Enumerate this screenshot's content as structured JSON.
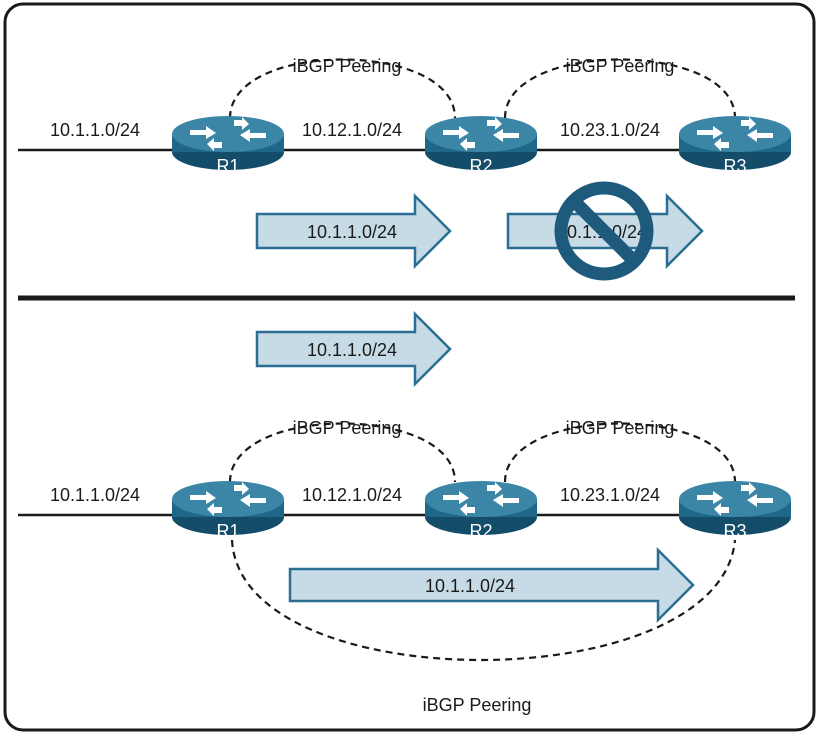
{
  "colors": {
    "router_top": "#3b86a6",
    "router_side": "#1f6788",
    "router_dark": "#134d69",
    "arrow_fill": "#c7dbe6",
    "arrow_stroke": "#2a6f93",
    "prohibit": "#1e5a7b"
  },
  "icons": {
    "router": "router-icon",
    "prohibit": "prohibit-icon"
  },
  "top": {
    "ext_net": "10.1.1.0/24",
    "r1r2_net": "10.12.1.0/24",
    "r2r3_net": "10.23.1.0/24",
    "peering_r1r2": "iBGP Peering",
    "peering_r2r3": "iBGP Peering",
    "routers": [
      "R1",
      "R2",
      "R3"
    ],
    "arrow_r1_r2": "10.1.1.0/24",
    "arrow_r2_r3_blocked": "10.1.1.0/24"
  },
  "bottom": {
    "ext_net": "10.1.1.0/24",
    "r1r2_net": "10.12.1.0/24",
    "r2r3_net": "10.23.1.0/24",
    "peering_r1r2": "iBGP Peering",
    "peering_r2r3": "iBGP Peering",
    "peering_r1r3": "iBGP Peering",
    "routers": [
      "R1",
      "R2",
      "R3"
    ],
    "arrow_r1_r2": "10.1.1.0/24",
    "arrow_r1_r3": "10.1.1.0/24"
  }
}
